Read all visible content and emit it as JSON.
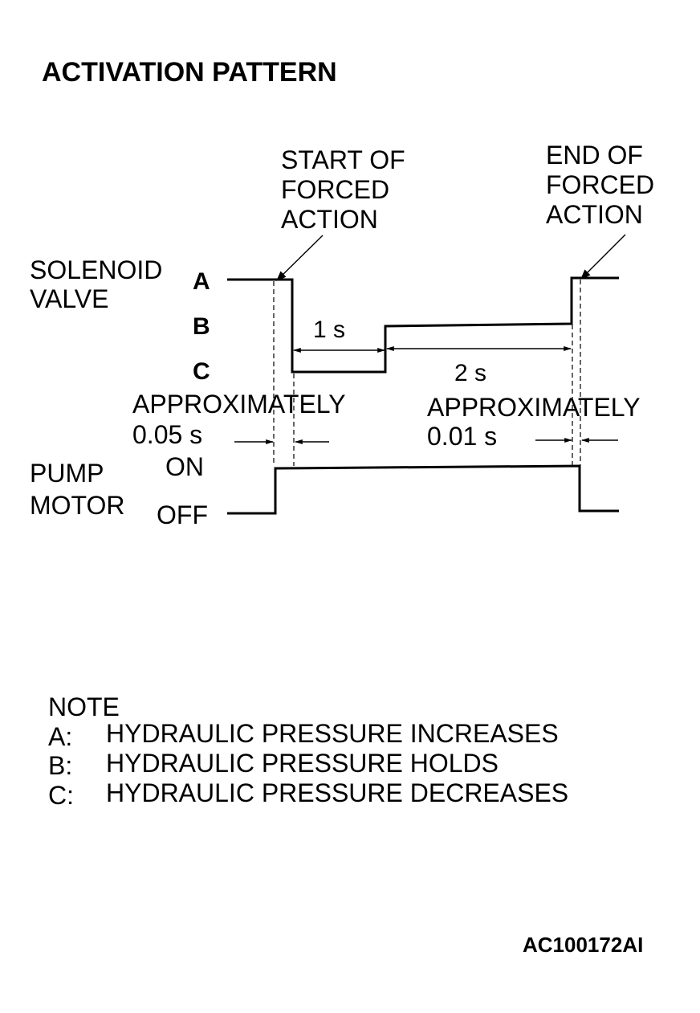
{
  "title": "ACTIVATION PATTERN",
  "start_label": [
    "START OF",
    "FORCED",
    "ACTION"
  ],
  "end_label": [
    "END OF",
    "FORCED",
    "ACTION"
  ],
  "solenoid_label": [
    "SOLENOID",
    "VALVE"
  ],
  "levels": {
    "a": "A",
    "b": "B",
    "c": "C"
  },
  "durations": {
    "one_s": "1 s",
    "two_s": "2 s"
  },
  "approx_left": [
    "APPROXIMATELY",
    "0.05 s"
  ],
  "approx_right": [
    "APPROXIMATELY",
    "0.01 s"
  ],
  "pump_label": [
    "PUMP",
    "MOTOR"
  ],
  "pump_states": {
    "on": "ON",
    "off": "OFF"
  },
  "note": {
    "heading": "NOTE",
    "items": [
      {
        "key": "A:",
        "text": "HYDRAULIC PRESSURE INCREASES"
      },
      {
        "key": "B:",
        "text": "HYDRAULIC PRESSURE HOLDS"
      },
      {
        "key": "C:",
        "text": "HYDRAULIC PRESSURE DECREASES"
      }
    ]
  },
  "figure_id": "AC100172AI"
}
